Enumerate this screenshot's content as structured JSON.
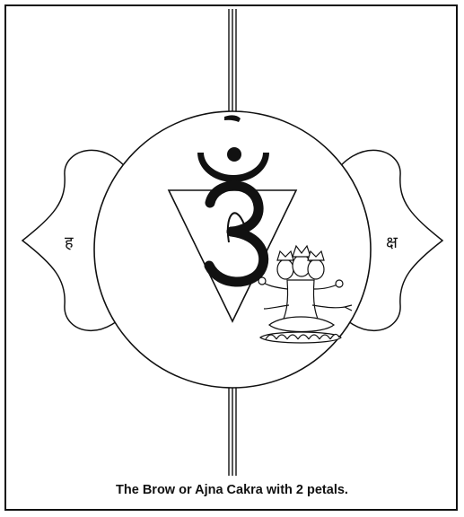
{
  "caption": "The Brow or Ajna Cakra with 2 petals.",
  "petal_left_letter": "ह",
  "petal_right_letter": "क्ष",
  "bija_glyph": "ॐ",
  "colors": {
    "ink": "#111111",
    "paper": "#ffffff"
  }
}
